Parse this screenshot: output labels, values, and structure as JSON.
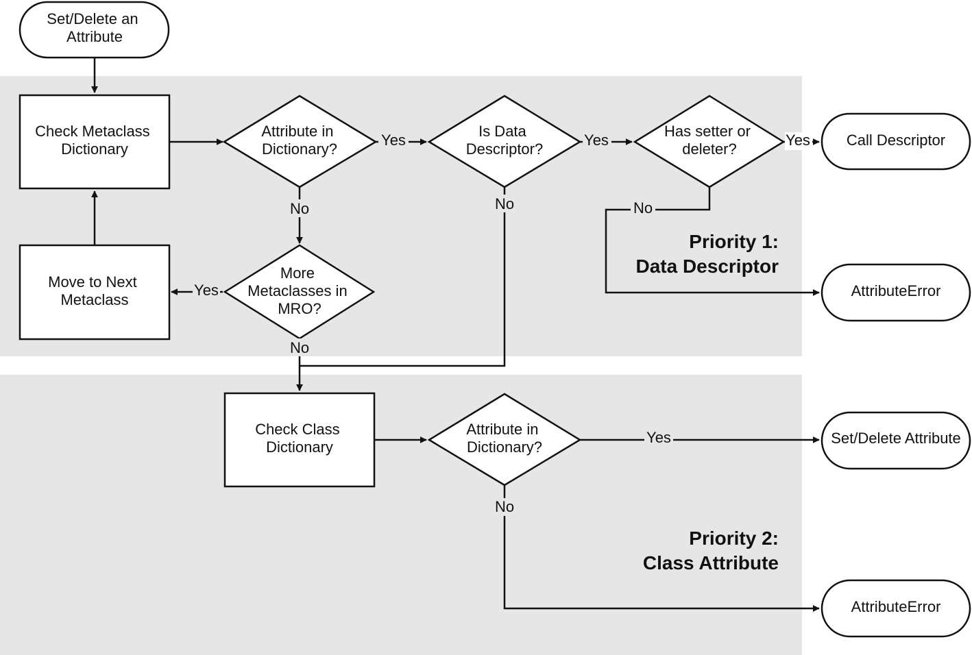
{
  "bands": {
    "priority1": {
      "title_line1": "Priority 1:",
      "title_line2": "Data Descriptor"
    },
    "priority2": {
      "title_line1": "Priority 2:",
      "title_line2": "Class Attribute"
    }
  },
  "nodes": {
    "start": [
      "Set/Delete an",
      "Attribute"
    ],
    "check_metaclass": [
      "Check Metaclass",
      "Dictionary"
    ],
    "attr_in_dict_1": [
      "Attribute in",
      "Dictionary?"
    ],
    "is_data_desc": [
      "Is Data",
      "Descriptor?"
    ],
    "has_setter": [
      "Has setter or",
      "deleter?"
    ],
    "call_descriptor": [
      "Call Descriptor"
    ],
    "more_metaclasses": [
      "More",
      "Metaclasses in",
      "MRO?"
    ],
    "move_next": [
      "Move to Next",
      "Metaclass"
    ],
    "error_1": [
      "AttributeError"
    ],
    "check_class": [
      "Check Class",
      "Dictionary"
    ],
    "attr_in_dict_2": [
      "Attribute in",
      "Dictionary?"
    ],
    "set_delete": [
      "Set/Delete Attribute"
    ],
    "error_2": [
      "AttributeError"
    ]
  },
  "edges": {
    "yes": "Yes",
    "no": "No"
  },
  "colors": {
    "band": "#e6e6e6",
    "stroke": "#111111",
    "fill": "#ffffff"
  }
}
